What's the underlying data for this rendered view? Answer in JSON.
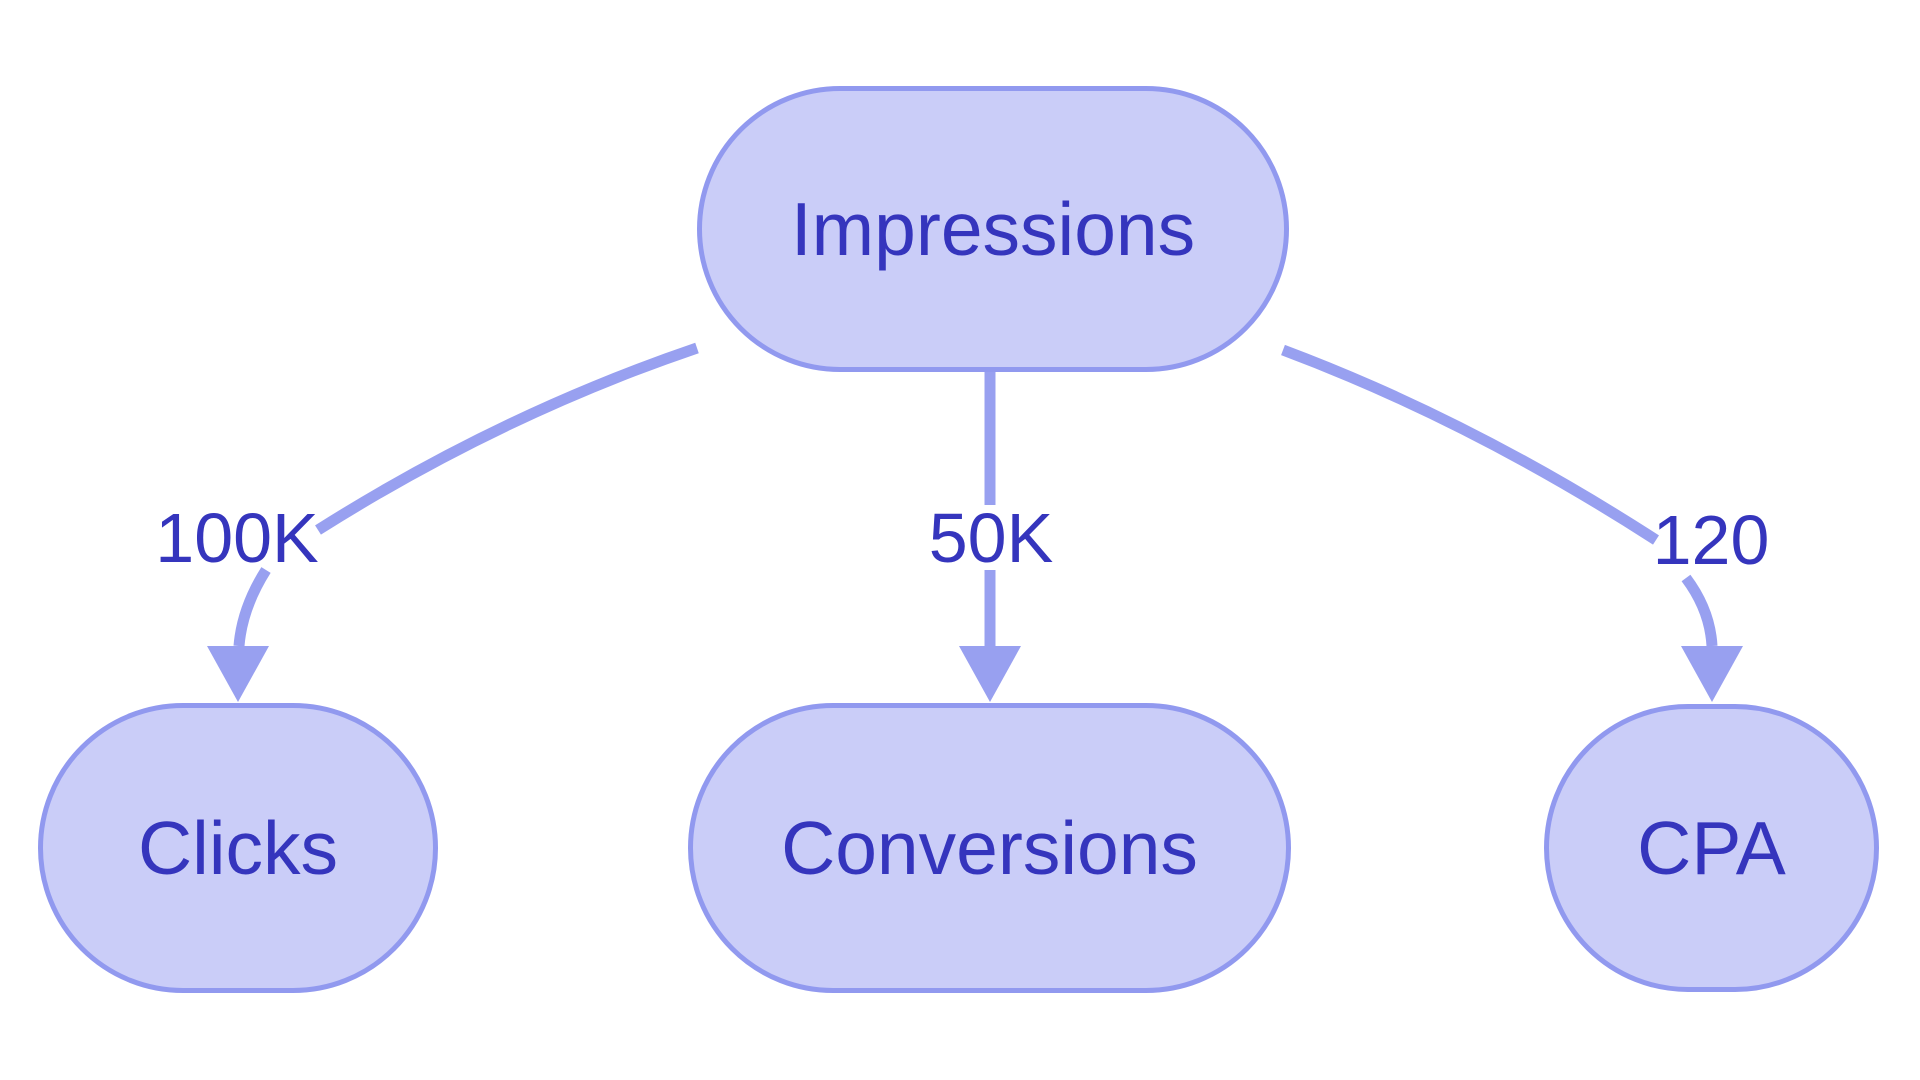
{
  "diagram": {
    "type": "flowchart",
    "nodes": [
      {
        "id": "impressions",
        "label": "Impressions"
      },
      {
        "id": "clicks",
        "label": "Clicks"
      },
      {
        "id": "conversions",
        "label": "Conversions"
      },
      {
        "id": "cpa",
        "label": "CPA"
      }
    ],
    "edges": [
      {
        "from": "impressions",
        "to": "clicks",
        "label": "100K"
      },
      {
        "from": "impressions",
        "to": "conversions",
        "label": "50K"
      },
      {
        "from": "impressions",
        "to": "cpa",
        "label": "120"
      }
    ],
    "colors": {
      "node_fill": "#cacdf8",
      "node_border": "#9199ef",
      "edge_stroke": "#98a0f0",
      "text": "#3535bd",
      "background": "#ffffff"
    }
  }
}
